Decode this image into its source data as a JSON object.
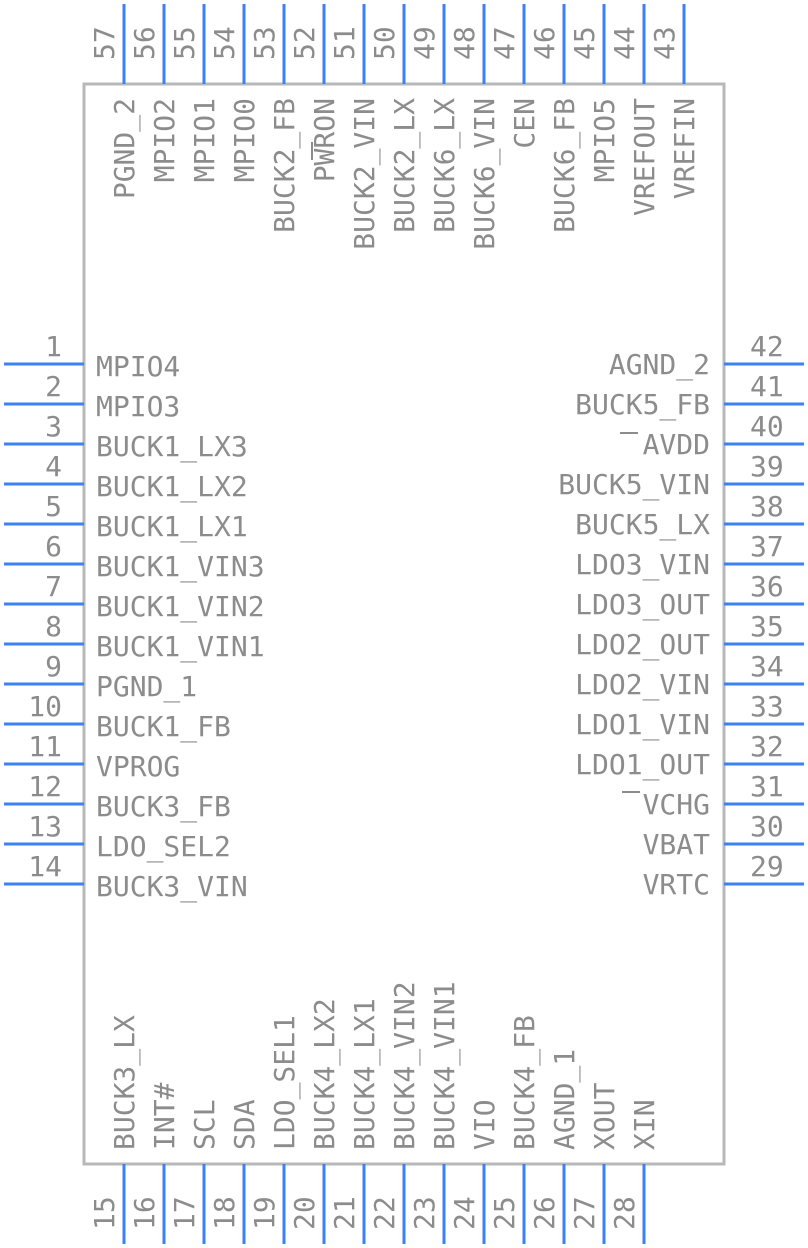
{
  "part_name": "",
  "pins": {
    "left": [
      {
        "num": "1",
        "name": "MPIO4"
      },
      {
        "num": "2",
        "name": "MPIO3"
      },
      {
        "num": "3",
        "name": "BUCK1_LX3"
      },
      {
        "num": "4",
        "name": "BUCK1_LX2"
      },
      {
        "num": "5",
        "name": "BUCK1_LX1"
      },
      {
        "num": "6",
        "name": "BUCK1_VIN3"
      },
      {
        "num": "7",
        "name": "BUCK1_VIN2"
      },
      {
        "num": "8",
        "name": "BUCK1_VIN1"
      },
      {
        "num": "9",
        "name": "PGND_1"
      },
      {
        "num": "10",
        "name": "BUCK1_FB"
      },
      {
        "num": "11",
        "name": "VPROG"
      },
      {
        "num": "12",
        "name": "BUCK3_FB"
      },
      {
        "num": "13",
        "name": "LDO_SEL2"
      },
      {
        "num": "14",
        "name": "BUCK3_VIN"
      }
    ],
    "bottom": [
      {
        "num": "15",
        "name": "BUCK3_LX"
      },
      {
        "num": "16",
        "name": "INT#"
      },
      {
        "num": "17",
        "name": "SCL"
      },
      {
        "num": "18",
        "name": "SDA"
      },
      {
        "num": "19",
        "name": "LDO_SEL1"
      },
      {
        "num": "20",
        "name": "BUCK4_LX2"
      },
      {
        "num": "21",
        "name": "BUCK4_LX1"
      },
      {
        "num": "22",
        "name": "BUCK4_VIN2"
      },
      {
        "num": "23",
        "name": "BUCK4_VIN1"
      },
      {
        "num": "24",
        "name": "VIO"
      },
      {
        "num": "25",
        "name": "BUCK4_FB"
      },
      {
        "num": "26",
        "name": "AGND_1"
      },
      {
        "num": "27",
        "name": "XOUT"
      },
      {
        "num": "28",
        "name": "XIN"
      }
    ],
    "right": [
      {
        "num": "29",
        "name": "VRTC"
      },
      {
        "num": "30",
        "name": "VBAT"
      },
      {
        "num": "31",
        "name": "VCHG"
      },
      {
        "num": "32",
        "name": "LDO1_OUT"
      },
      {
        "num": "33",
        "name": "LDO1_VIN"
      },
      {
        "num": "34",
        "name": "LDO2_VIN"
      },
      {
        "num": "35",
        "name": "LDO2_OUT"
      },
      {
        "num": "36",
        "name": "LDO3_OUT"
      },
      {
        "num": "37",
        "name": "LDO3_VIN"
      },
      {
        "num": "38",
        "name": "BUCK5_LX"
      },
      {
        "num": "39",
        "name": "BUCK5_VIN"
      },
      {
        "num": "40",
        "name": "AVDD"
      },
      {
        "num": "41",
        "name": "BUCK5_FB"
      },
      {
        "num": "42",
        "name": "AGND_2"
      }
    ],
    "top": [
      {
        "num": "43",
        "name": "VREFIN"
      },
      {
        "num": "44",
        "name": "VREFOUT"
      },
      {
        "num": "45",
        "name": "MPIO5"
      },
      {
        "num": "46",
        "name": "BUCK6_FB"
      },
      {
        "num": "47",
        "name": "CEN"
      },
      {
        "num": "48",
        "name": "BUCK6_VIN"
      },
      {
        "num": "49",
        "name": "BUCK6_LX"
      },
      {
        "num": "50",
        "name": "BUCK2_LX"
      },
      {
        "num": "51",
        "name": "BUCK2_VIN"
      },
      {
        "num": "52",
        "name": "PWRON"
      },
      {
        "num": "53",
        "name": "BUCK2_FB"
      },
      {
        "num": "54",
        "name": "MPIO0"
      },
      {
        "num": "55",
        "name": "MPIO1"
      },
      {
        "num": "56",
        "name": "MPIO2"
      },
      {
        "num": "57",
        "name": "PGND_2"
      }
    ]
  }
}
